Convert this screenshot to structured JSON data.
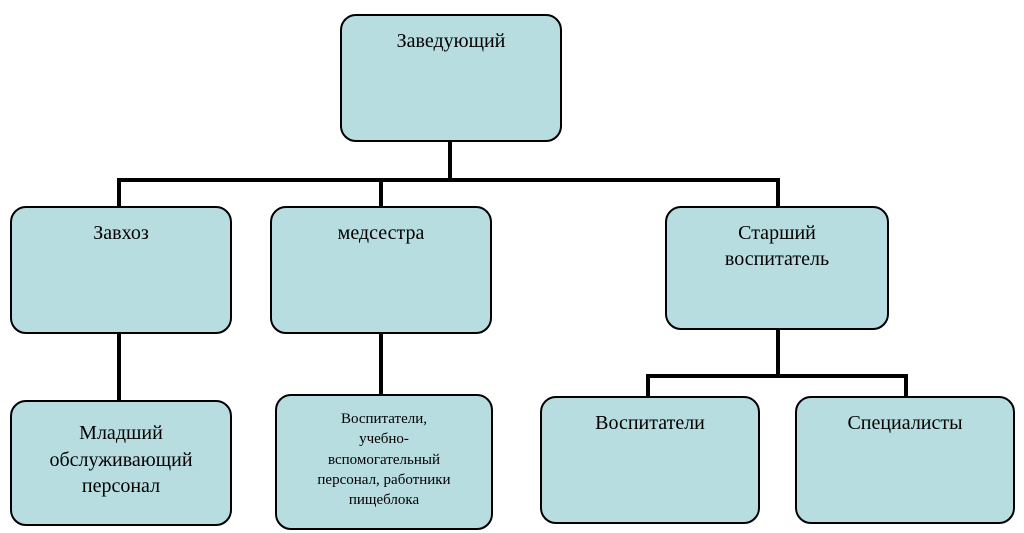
{
  "diagram": {
    "type": "org-chart",
    "nodes": {
      "director": {
        "label": "Заведующий"
      },
      "zavhoz": {
        "label": "Завхоз"
      },
      "nurse": {
        "label": "медсестра"
      },
      "senior": {
        "label": "Старший\nвоспитатель"
      },
      "junior": {
        "label": "Младший\nобслуживающий\nперсонал"
      },
      "support": {
        "label": "Воспитатели,\nучебно-\nвспомогательный\nперсонал, работники\nпищеблока"
      },
      "educators": {
        "label": "Воспитатели"
      },
      "specialists": {
        "label": "Специалисты"
      }
    },
    "edges": [
      [
        "director",
        "zavhoz"
      ],
      [
        "director",
        "nurse"
      ],
      [
        "director",
        "senior"
      ],
      [
        "zavhoz",
        "junior"
      ],
      [
        "nurse",
        "support"
      ],
      [
        "senior",
        "educators"
      ],
      [
        "senior",
        "specialists"
      ]
    ],
    "colors": {
      "box_fill": "#b7dde1",
      "box_border": "#000000",
      "connector": "#000000",
      "text": "#000000",
      "background": "#ffffff"
    }
  }
}
